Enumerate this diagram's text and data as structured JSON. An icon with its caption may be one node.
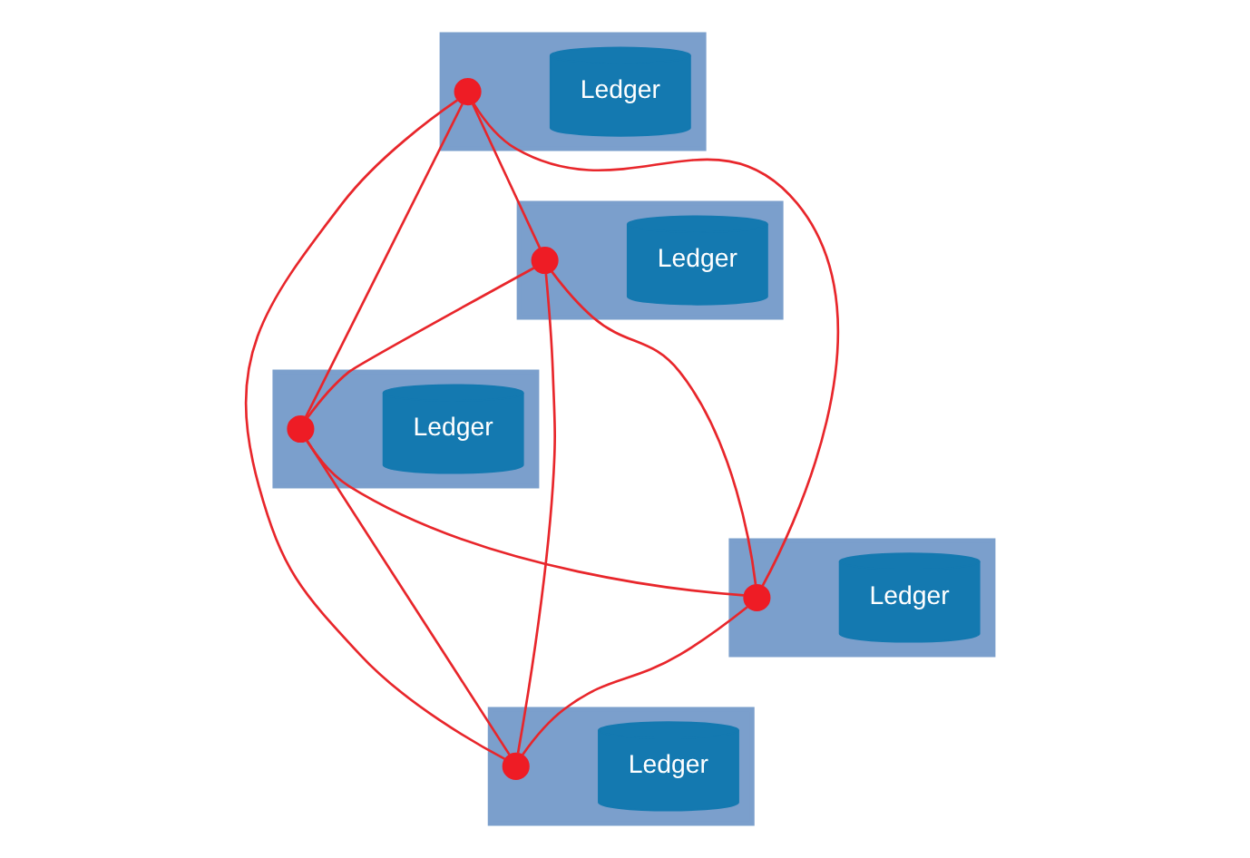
{
  "diagram": {
    "nodes": [
      {
        "text": [],
        "shape": "bank"
      },
      {
        "text": [
          "Ledger"
        ],
        "in": 0
      },
      {
        "text": [],
        "shape": "circle",
        "in": 0
      },
      {
        "text": [],
        "shape": "bank"
      },
      {
        "text": [
          "Ledger"
        ],
        "in": 3
      },
      {
        "text": [],
        "shape": "circle",
        "in": 3
      },
      {
        "text": [],
        "shape": "bank"
      },
      {
        "text": [
          "Ledger"
        ],
        "in": 6
      },
      {
        "text": [],
        "shape": "circle",
        "in": 6
      },
      {
        "text": [],
        "shape": "bank"
      },
      {
        "text": [
          "Ledger"
        ],
        "in": 9
      },
      {
        "text": [],
        "shape": "circle",
        "in": 9
      },
      {
        "text": [],
        "shape": "bank"
      },
      {
        "text": [
          "Ledger"
        ],
        "in": 12
      },
      {
        "text": [],
        "shape": "circle",
        "in": 12
      }
    ],
    "edges": [
      {
        "from": 2,
        "to": 5,
        "arrow": "none",
        "color": "#e8262b"
      },
      {
        "from": 2,
        "to": 8,
        "arrow": "none",
        "color": "#e8262b"
      },
      {
        "from": 2,
        "to": 11,
        "arrow": "none",
        "color": "#e8262b"
      },
      {
        "from": 2,
        "to": 14,
        "arrow": "none",
        "color": "#e8262b"
      },
      {
        "from": 5,
        "to": 8,
        "arrow": "none",
        "color": "#e8262b"
      },
      {
        "from": 5,
        "to": 11,
        "arrow": "none",
        "color": "#e8262b"
      },
      {
        "from": 5,
        "to": 14,
        "arrow": "none",
        "color": "#e8262b"
      },
      {
        "from": 8,
        "to": 11,
        "arrow": "none",
        "color": "#e8262b"
      },
      {
        "from": 8,
        "to": 14,
        "arrow": "none",
        "color": "#e8262b"
      },
      {
        "from": 11,
        "to": 14,
        "arrow": "none",
        "color": "#e8262b"
      }
    ]
  }
}
